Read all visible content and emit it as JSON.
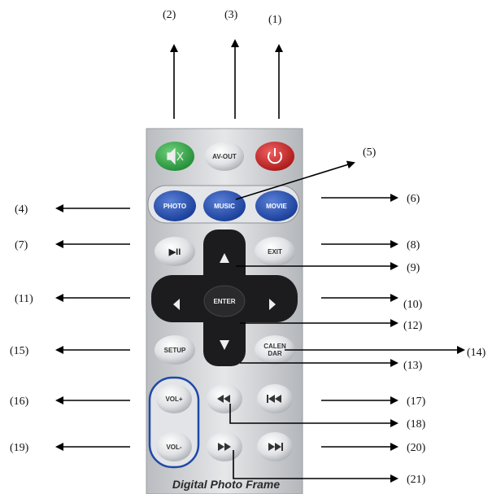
{
  "callouts": {
    "c1": "(1)",
    "c2": "(2)",
    "c3": "(3)",
    "c4": "(4)",
    "c5": "(5)",
    "c6": "(6)",
    "c7": "(7)",
    "c8": "(8)",
    "c9": "(9)",
    "c10": "(10)",
    "c11": "(11)",
    "c12": "(12)",
    "c13": "(13)",
    "c14": "(14)",
    "c15": "(15)",
    "c16": "(16)",
    "c17": "(17)",
    "c18": "(18)",
    "c19": "(19)",
    "c20": "(20)",
    "c21": "(21)"
  },
  "buttons": {
    "av_out": "AV-OUT",
    "photo": "PHOTO",
    "music": "MUSIC",
    "movie": "MOVIE",
    "play_pause": "▶II",
    "exit": "EXIT",
    "enter": "ENTER",
    "setup": "SETUP",
    "calendar_line1": "CALEN",
    "calendar_line2": "DAR",
    "vol_plus": "VOL+",
    "vol_minus": "VOL-"
  },
  "remote": {
    "footer": "Digital Photo Frame"
  },
  "colors": {
    "mute": "#2ea043",
    "power": "#d42a2a",
    "mode": "#2147a8",
    "nav": "#1a1a1a",
    "body": "#d4d6d9"
  }
}
